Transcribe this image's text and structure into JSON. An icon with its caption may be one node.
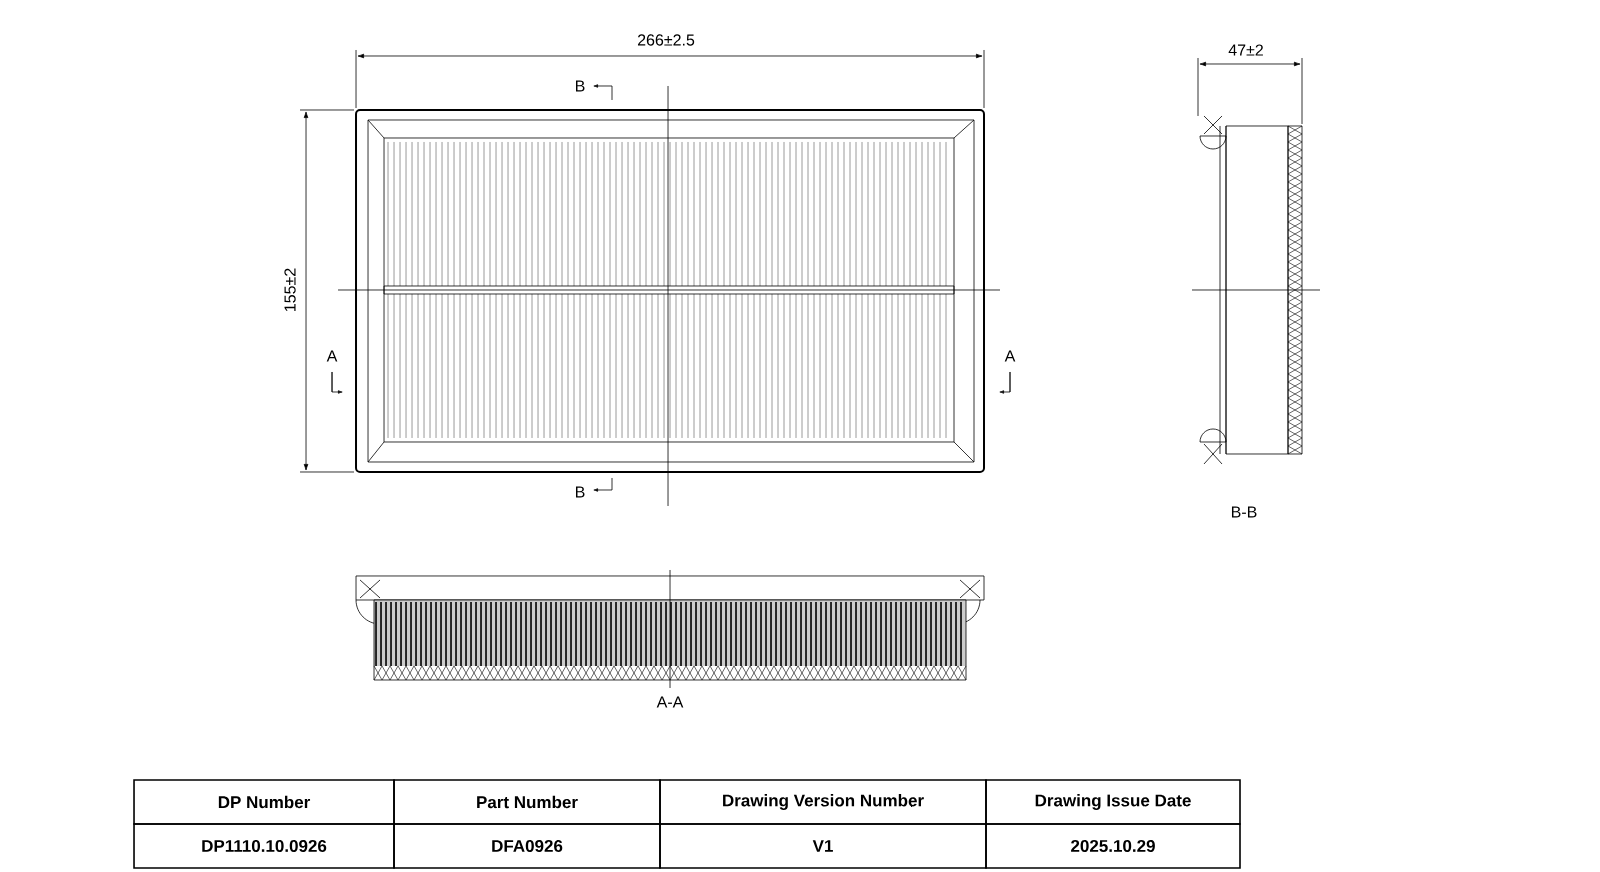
{
  "diagram": {
    "labels": [
      "266±2.5",
      "47±2",
      "B",
      "155±2",
      "A",
      "A",
      "B",
      "B-B",
      "A-A",
      "DP Number",
      "Part Number",
      "Drawing Version Number",
      "Drawing Issue Date",
      "DP1110.10.0926",
      "DFA0926",
      "V1",
      "2025.10.29"
    ]
  }
}
